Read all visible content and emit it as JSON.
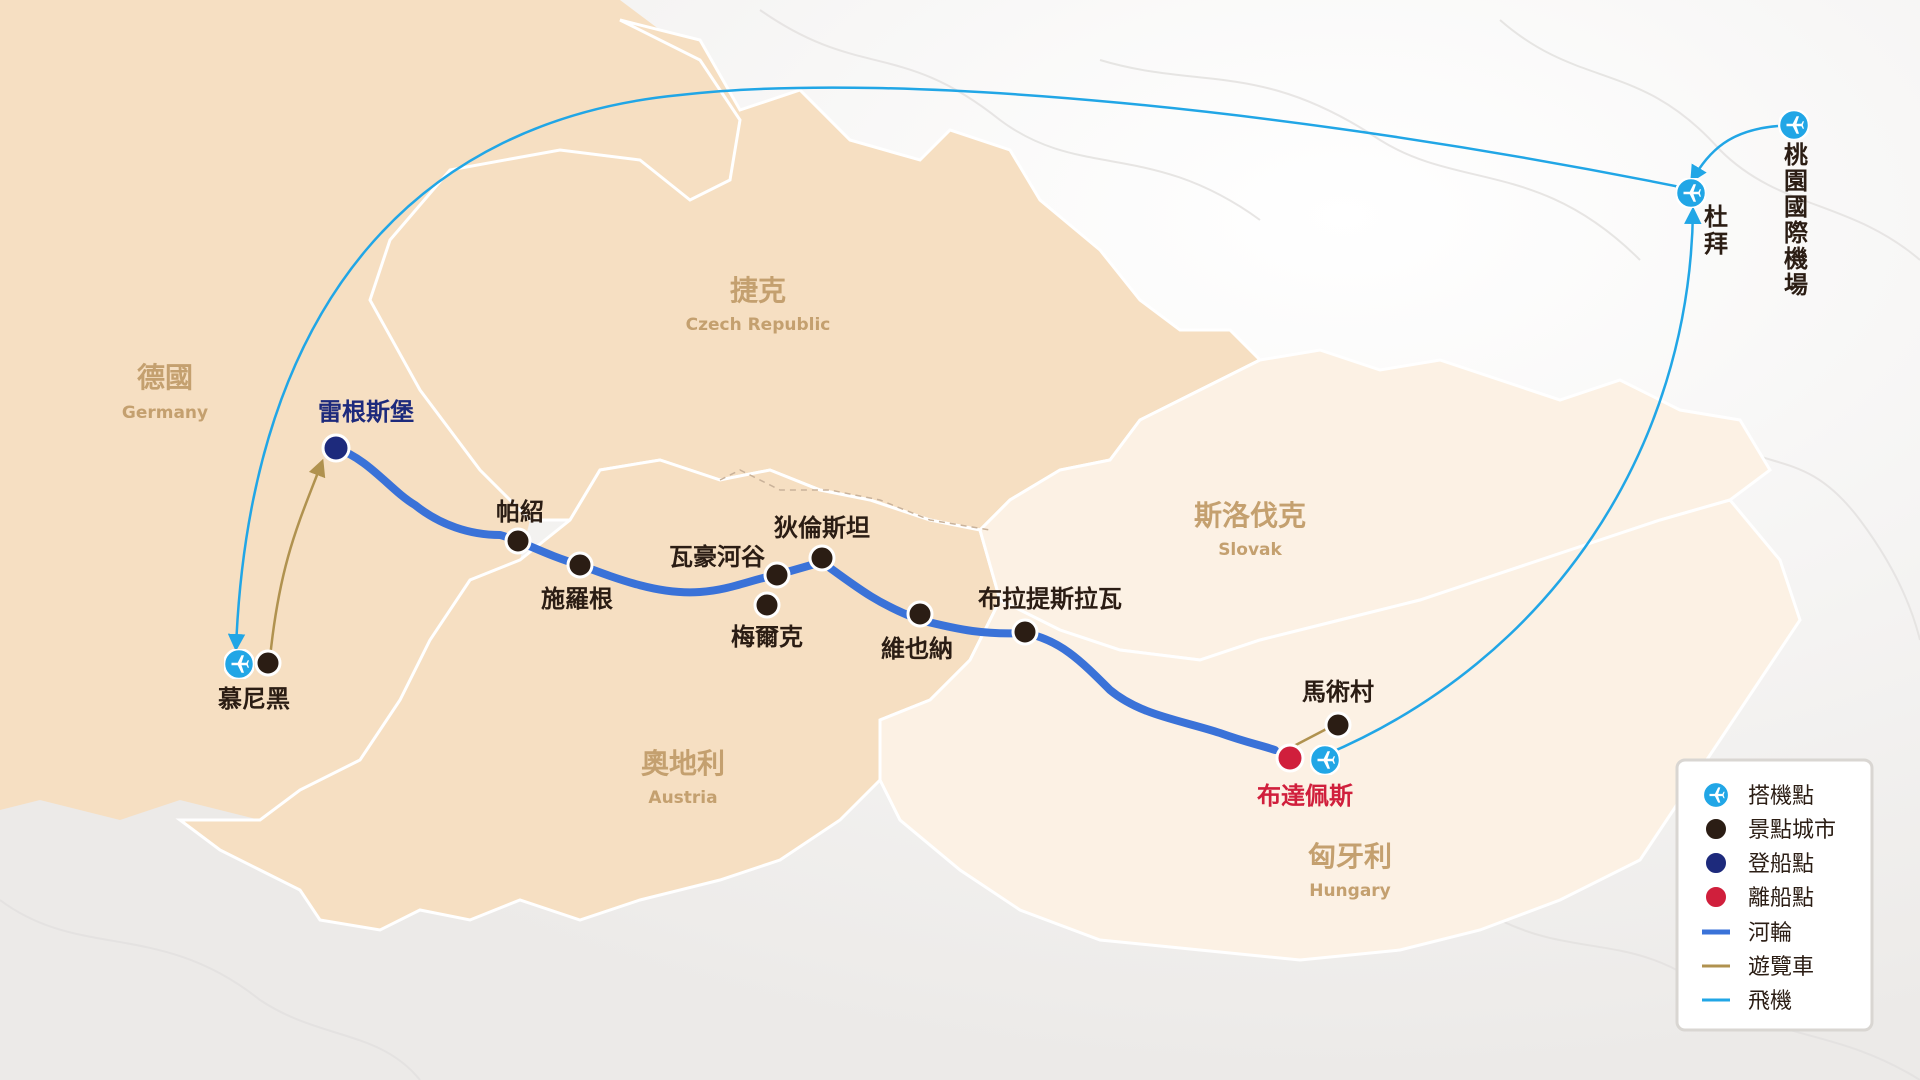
{
  "colors": {
    "river_cruise": "#3a72d8",
    "coach": "#b0924f",
    "flight": "#21a6e6",
    "embark": "#1d2a7c",
    "disembark": "#d01f3c",
    "sight_city": "#2b1d14",
    "airport": "#21a6e6",
    "country_fill": "#f6dfc2",
    "country_text": "#c4a06f"
  },
  "countries": {
    "germany": {
      "zh": "德國",
      "en": "Germany"
    },
    "czech": {
      "zh": "捷克",
      "en": "Czech Republic"
    },
    "slovak": {
      "zh": "斯洛伐克",
      "en": "Slovak"
    },
    "austria": {
      "zh": "奧地利",
      "en": "Austria"
    },
    "hungary": {
      "zh": "匈牙利",
      "en": "Hungary"
    }
  },
  "cities": {
    "munich": "慕尼黑",
    "regensburg": "雷根斯堡",
    "passau": "帕紹",
    "schlogen": "施羅根",
    "wachau": "瓦豪河谷",
    "melk": "梅爾克",
    "durnstein": "狄倫斯坦",
    "vienna": "維也納",
    "bratislava": "布拉提斯拉瓦",
    "budapest": "布達佩斯",
    "horse_village": "馬術村",
    "dubai": "杜拜",
    "taoyuan": "桃園國際機場"
  },
  "legend": {
    "airport": "搭機點",
    "sight_city": "景點城市",
    "embark": "登船點",
    "disembark": "離船點",
    "river": "河輪",
    "coach": "遊覽車",
    "flight": "飛機"
  },
  "icons": {
    "airport": "plane-icon",
    "sight_city": "dot-icon"
  }
}
